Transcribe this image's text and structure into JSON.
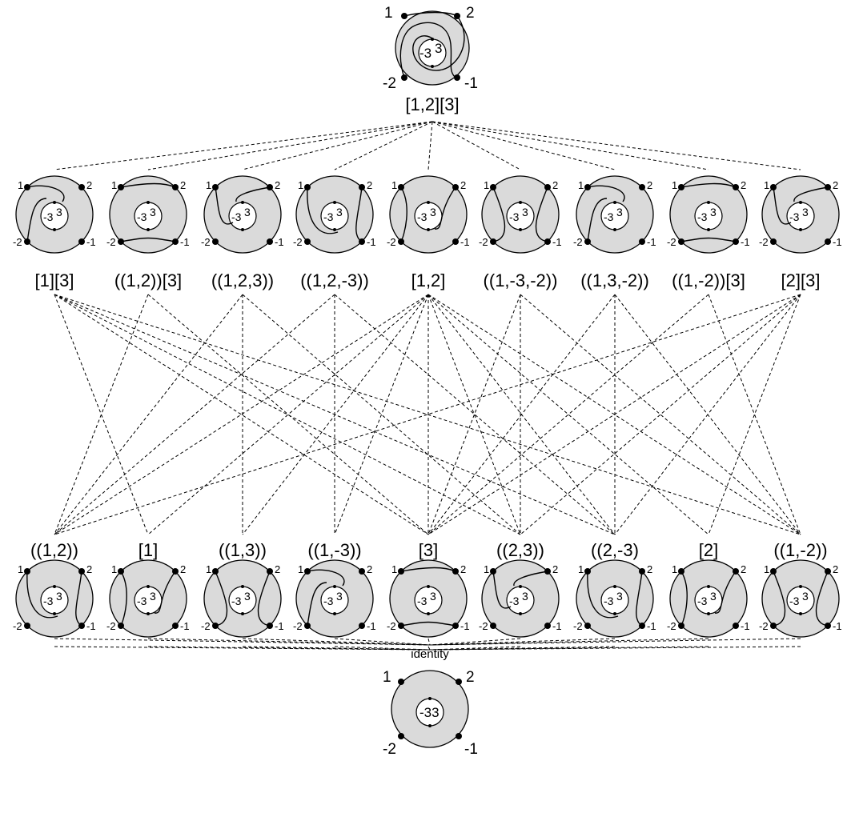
{
  "top": {
    "caption": "[1,2][3]",
    "points": {
      "p1": "1",
      "p2": "2",
      "m2": "-2",
      "m1": "-1"
    },
    "inner": {
      "left": "-3",
      "right": "3"
    }
  },
  "middle_row": [
    {
      "caption": "[1][3]"
    },
    {
      "caption": "((1,2))[3]"
    },
    {
      "caption": "((1,2,3))"
    },
    {
      "caption": "((1,2,-3))"
    },
    {
      "caption": "[1,2]"
    },
    {
      "caption": "((1,-3,-2))"
    },
    {
      "caption": "((1,3,-2))"
    },
    {
      "caption": "((1,-2))[3]"
    },
    {
      "caption": "[2][3]"
    }
  ],
  "lower_row": [
    {
      "caption": "((1,2))"
    },
    {
      "caption": "[1]"
    },
    {
      "caption": "((1,3))"
    },
    {
      "caption": "((1,-3))"
    },
    {
      "caption": "[3]"
    },
    {
      "caption": "((2,3))"
    },
    {
      "caption": "((2,-3)"
    },
    {
      "caption": "[2]"
    },
    {
      "caption": "((1,-2))"
    }
  ],
  "small_points": {
    "p1": "1",
    "p2": "2",
    "m2": "-2",
    "m1": "-1",
    "il": "-3",
    "ir": "3"
  },
  "bottom": {
    "caption": "identity",
    "points": {
      "p1": "1",
      "p2": "2",
      "m2": "-2",
      "m1": "-1"
    },
    "inner": "-33"
  },
  "edges": {
    "middle_to_lower": [
      [
        0,
        1
      ],
      [
        0,
        4
      ],
      [
        0,
        5
      ],
      [
        0,
        6
      ],
      [
        0,
        8
      ],
      [
        1,
        0
      ],
      [
        1,
        4
      ],
      [
        2,
        0
      ],
      [
        2,
        2
      ],
      [
        2,
        5
      ],
      [
        3,
        0
      ],
      [
        3,
        3
      ],
      [
        3,
        6
      ],
      [
        4,
        0
      ],
      [
        4,
        1
      ],
      [
        4,
        2
      ],
      [
        4,
        3
      ],
      [
        4,
        4
      ],
      [
        4,
        5
      ],
      [
        4,
        6
      ],
      [
        4,
        7
      ],
      [
        4,
        8
      ],
      [
        5,
        4
      ],
      [
        5,
        5
      ],
      [
        5,
        8
      ],
      [
        6,
        4
      ],
      [
        6,
        6
      ],
      [
        6,
        8
      ],
      [
        7,
        4
      ],
      [
        7,
        8
      ],
      [
        8,
        0
      ],
      [
        8,
        4
      ],
      [
        8,
        5
      ],
      [
        8,
        6
      ],
      [
        8,
        7
      ]
    ]
  }
}
